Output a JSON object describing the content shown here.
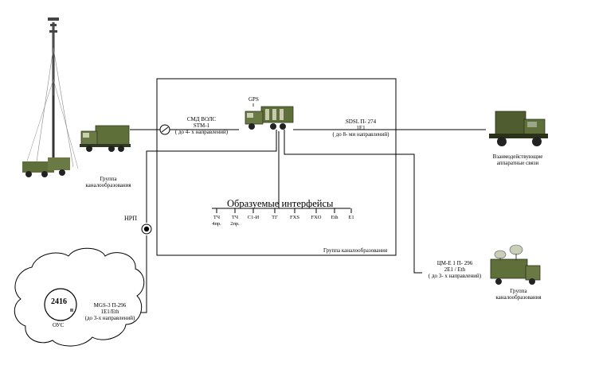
{
  "labels": {
    "gps": "GPS",
    "smd_line1": "СМД ВОЛС",
    "smd_line2": "STM-1",
    "smd_line3": "( до 4-  х направлений)",
    "sdsl_line1": "SDSL П- 274",
    "sdsl_line2": "1E1",
    "sdsl_line3": "( до 8-  ми направлений)",
    "group_left_1": "Группа",
    "group_left_2": "каналообразования",
    "interact_1": "Взаимодействующие",
    "interact_2": "аппаратные связи",
    "npp": "НРП",
    "frame_caption": "Группа каналообразования",
    "iface_title": "Образуемые интерфейсы",
    "cme_line1": "ЦМ-Е 1 П- 296",
    "cme_line2": "2E1 / Eth",
    "cme_line3": "( до 3-  х направлений)",
    "group_right_1": "Группа",
    "group_right_2": "каналообразования",
    "mgs_line1": "MGS-3 П-296",
    "mgs_line2": "1E1/Eth",
    "mgs_line3": "(до 3-х направлений)",
    "node_number": "2416",
    "ous": "ОУС"
  },
  "interfaces": [
    {
      "top": "ТЧ",
      "bottom": "4пр."
    },
    {
      "top": "ТЧ",
      "bottom": "2пр."
    },
    {
      "top": "C1-И",
      "bottom": ""
    },
    {
      "top": "ТГ",
      "bottom": ""
    },
    {
      "top": "FXS",
      "bottom": ""
    },
    {
      "top": "FXO",
      "bottom": ""
    },
    {
      "top": "Eth",
      "bottom": ""
    },
    {
      "top": "E1",
      "bottom": ""
    }
  ],
  "colors": {
    "line": "#000000",
    "vehicle_green": "#5f6f3a",
    "vehicle_dark": "#2f3820",
    "cloud_fill": "#ffffff"
  }
}
